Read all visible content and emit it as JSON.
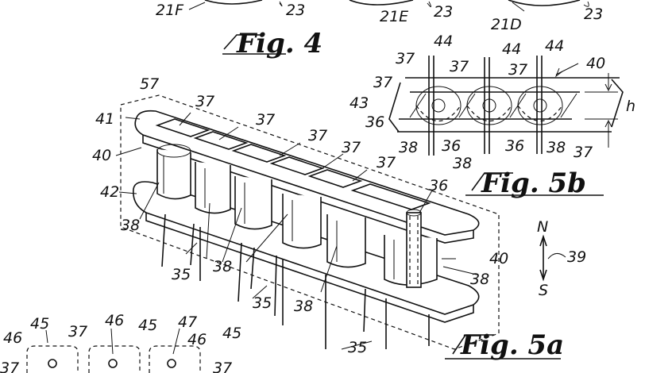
{
  "figures": {
    "fig4": "Fig. 4",
    "fig5a": "Fig. 5a",
    "fig5b": "Fig. 5b"
  },
  "top_labels": [
    "21F",
    "23",
    "21E",
    "23",
    "21D",
    "23"
  ],
  "fig5a_labels": {
    "l57": "57",
    "l41": "41",
    "l40": "40",
    "l42": "42",
    "l37a": "37",
    "l37b": "37",
    "l37c": "37",
    "l37d": "37",
    "l37e": "37",
    "l36": "36",
    "l40r": "40",
    "l38a": "38",
    "l38b": "38",
    "l38c": "38",
    "l38d": "38",
    "l35a": "35",
    "l35b": "35",
    "l35c": "35"
  },
  "fig5b_labels": {
    "l44a": "44",
    "l44b": "44",
    "l44c": "44",
    "l40": "40",
    "l37a": "37",
    "l37b": "37",
    "l37c": "37",
    "l37d": "37",
    "l43": "43",
    "l36a": "36",
    "l36b": "36",
    "l36c": "36",
    "l38a": "38",
    "l38b": "38",
    "l38c": "38",
    "l37e": "37",
    "h": "h"
  },
  "compass": {
    "north": "N",
    "south": "S",
    "ref": "39"
  },
  "bottom_labels": {
    "l46a": "46",
    "l45a": "45",
    "l37a": "37",
    "l46b": "46",
    "l45b": "45",
    "l47": "47",
    "l46c": "46",
    "l45c": "45",
    "l37b": "37",
    "l37c": "37"
  }
}
